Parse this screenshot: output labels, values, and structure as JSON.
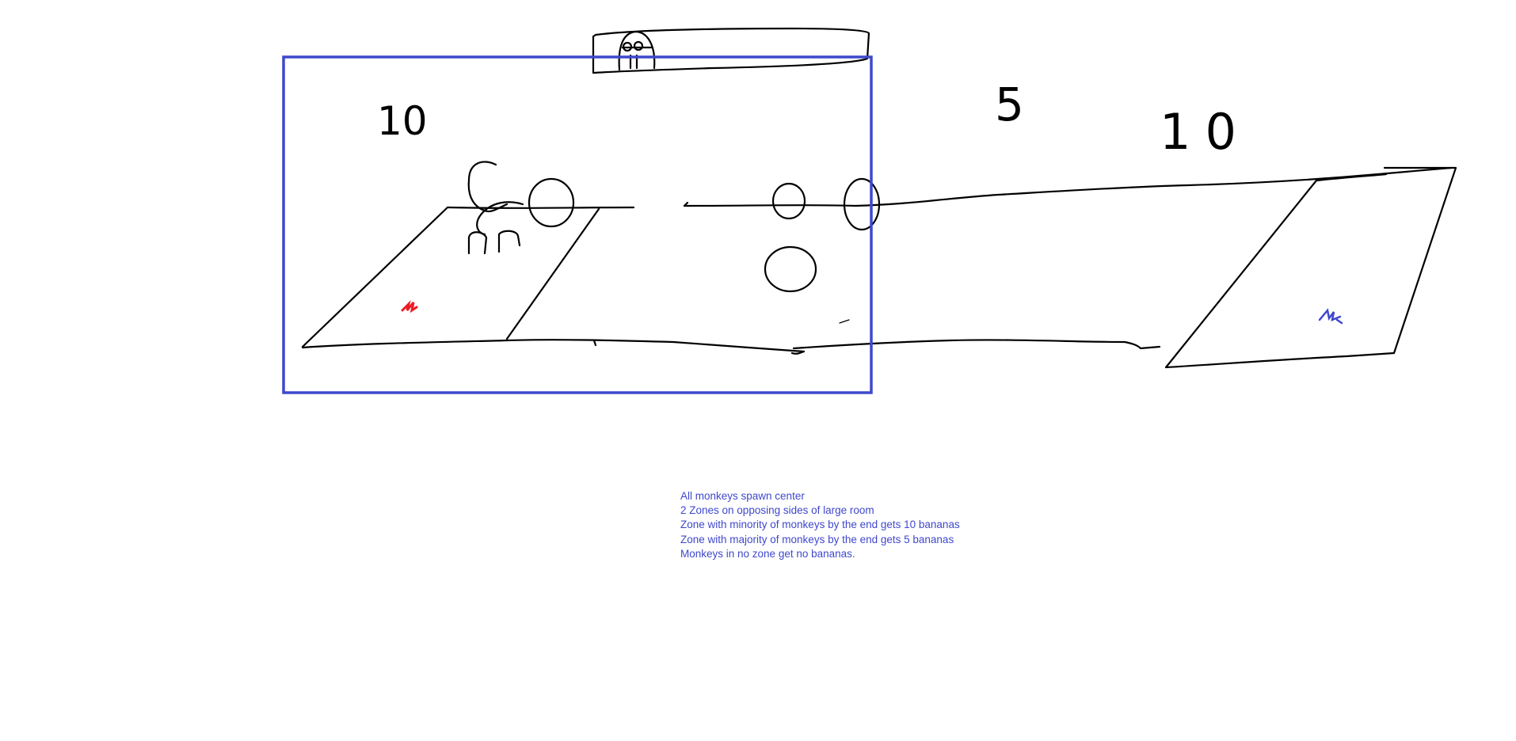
{
  "sketch": {
    "label_left_score": "10",
    "label_center_score": "5",
    "label_right_score": "10"
  },
  "notes": {
    "lines": [
      "All monkeys spawn center",
      "2 Zones on opposing sides of large room",
      "Zone with minority of monkeys by the end gets 10 bananas",
      "Zone with majority of monkeys by the end gets 5 bananas",
      "Monkeys in no zone get no bananas."
    ]
  },
  "colors": {
    "ink": "#000000",
    "selection_box": "#3f48cc",
    "note_text": "#3f48cc",
    "red_mark": "#ed1c24",
    "blue_mark": "#3f48cc"
  }
}
